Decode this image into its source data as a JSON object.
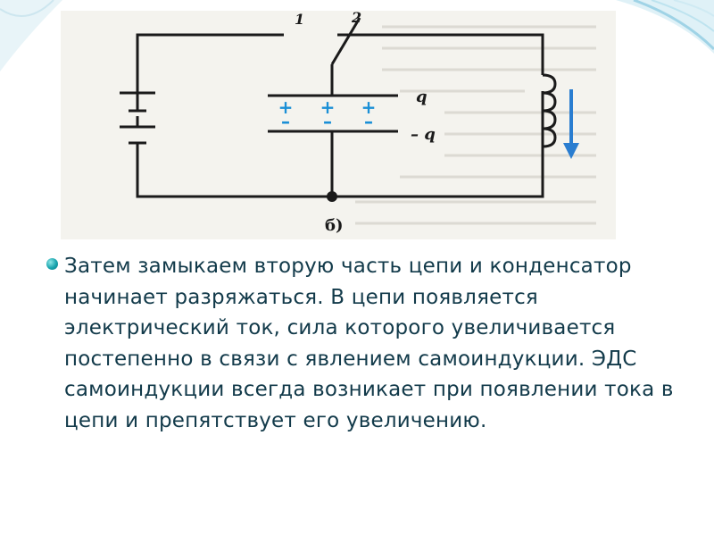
{
  "slide": {
    "body_text": "Затем замыкаем вторую часть цепи и конденсатор начинает разряжаться. В цепи появляется электрический ток, сила которого увеличивается постепенно в связи с явлением самоиндукции. ЭДС самоиндукции всегда возникает при появлении тока в цепи и препятствует его увеличению."
  },
  "figure": {
    "label_1": "1",
    "label_2": "2",
    "charge_pos": "q",
    "charge_neg": "– q",
    "plus_sign": "+",
    "minus_sign": "–",
    "caption": "б)"
  },
  "colors": {
    "text": "#123a4a",
    "bullet": "#17a3ad",
    "plus_minus": "#1a8fd6",
    "arrow": "#2a7dd0",
    "deco": "#9fd3e6"
  }
}
